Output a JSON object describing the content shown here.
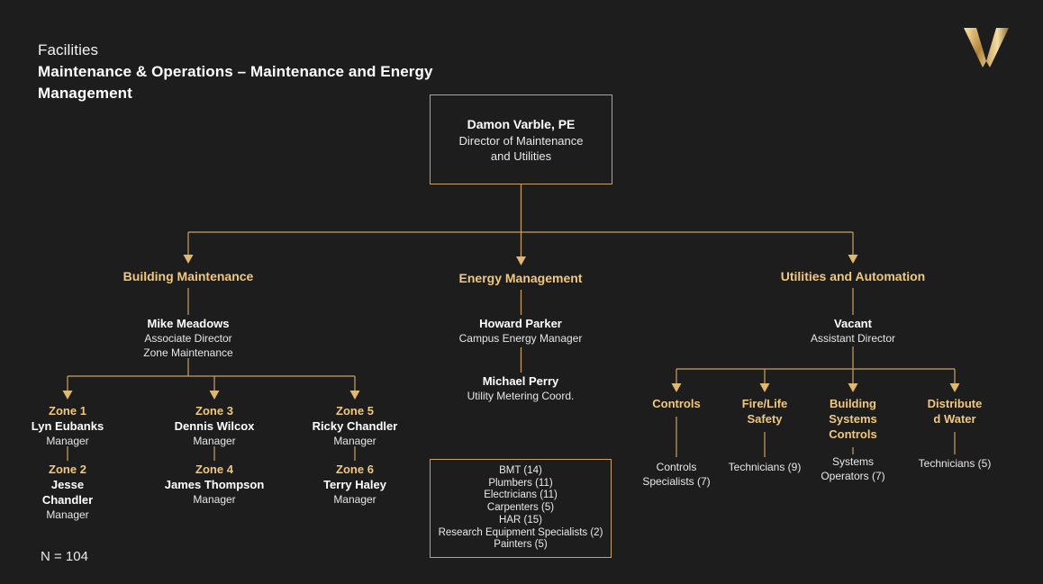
{
  "header": {
    "eyebrow": "Facilities",
    "title": "Maintenance & Operations – Maintenance and Energy Management",
    "logo_letter": "V"
  },
  "colors": {
    "background": "#1d1d1d",
    "gold_text": "#f0c87e",
    "gold_border": "#c9a163",
    "connector": "#c9a163",
    "white_text": "#ffffff",
    "muted_text": "#e6e6e6"
  },
  "root": {
    "name": "Damon Varble, PE",
    "title_line1": "Director of Maintenance",
    "title_line2": "and Utilities"
  },
  "branches": [
    {
      "id": "building-maintenance",
      "label": "Building Maintenance",
      "lead": {
        "name": "Mike Meadows",
        "role_line1": "Associate Director",
        "role_line2": "Zone Maintenance"
      }
    },
    {
      "id": "energy-management",
      "label": "Energy Management",
      "lead": {
        "name": "Howard Parker",
        "role_line1": "Campus Energy Manager",
        "role_line2": ""
      },
      "second": {
        "name": "Michael Perry",
        "role_line1": "Utility Metering Coord.",
        "role_line2": ""
      }
    },
    {
      "id": "utilities-and-automation",
      "label": "Utilities and Automation",
      "lead": {
        "name": "Vacant",
        "role_line1": "Assistant Director",
        "role_line2": ""
      }
    }
  ],
  "zones": [
    {
      "label": "Zone 1",
      "name": "Lyn Eubanks",
      "role": "Manager"
    },
    {
      "label": "Zone 2",
      "name_line1": "Jesse",
      "name_line2": "Chandler",
      "role": "Manager"
    },
    {
      "label": "Zone 3",
      "name": "Dennis Wilcox",
      "role": "Manager"
    },
    {
      "label": "Zone 4",
      "name": "James Thompson",
      "role": "Manager"
    },
    {
      "label": "Zone 5",
      "name": "Ricky Chandler",
      "role": "Manager"
    },
    {
      "label": "Zone 6",
      "name": "Terry Haley",
      "role": "Manager"
    }
  ],
  "trades": [
    "BMT (14)",
    "Plumbers (11)",
    "Electricians (11)",
    "Carpenters (5)",
    "HAR (15)",
    "Research Equipment Specialists (2)",
    "Painters (5)"
  ],
  "units": [
    {
      "name_line1": "Controls",
      "name_line2": "",
      "name_line3": "",
      "staff_line1": "Controls",
      "staff_line2": "Specialists (7)"
    },
    {
      "name_line1": "Fire/Life",
      "name_line2": "Safety",
      "name_line3": "",
      "staff_line1": "Technicians (9)",
      "staff_line2": ""
    },
    {
      "name_line1": "Building",
      "name_line2": "Systems",
      "name_line3": "Controls",
      "staff_line1": "Systems",
      "staff_line2": "Operators (7)"
    },
    {
      "name_line1": "Distribute",
      "name_line2": "d Water",
      "name_line3": "",
      "staff_line1": "Technicians (5)",
      "staff_line2": ""
    }
  ],
  "footer": {
    "total": "N = 104"
  }
}
